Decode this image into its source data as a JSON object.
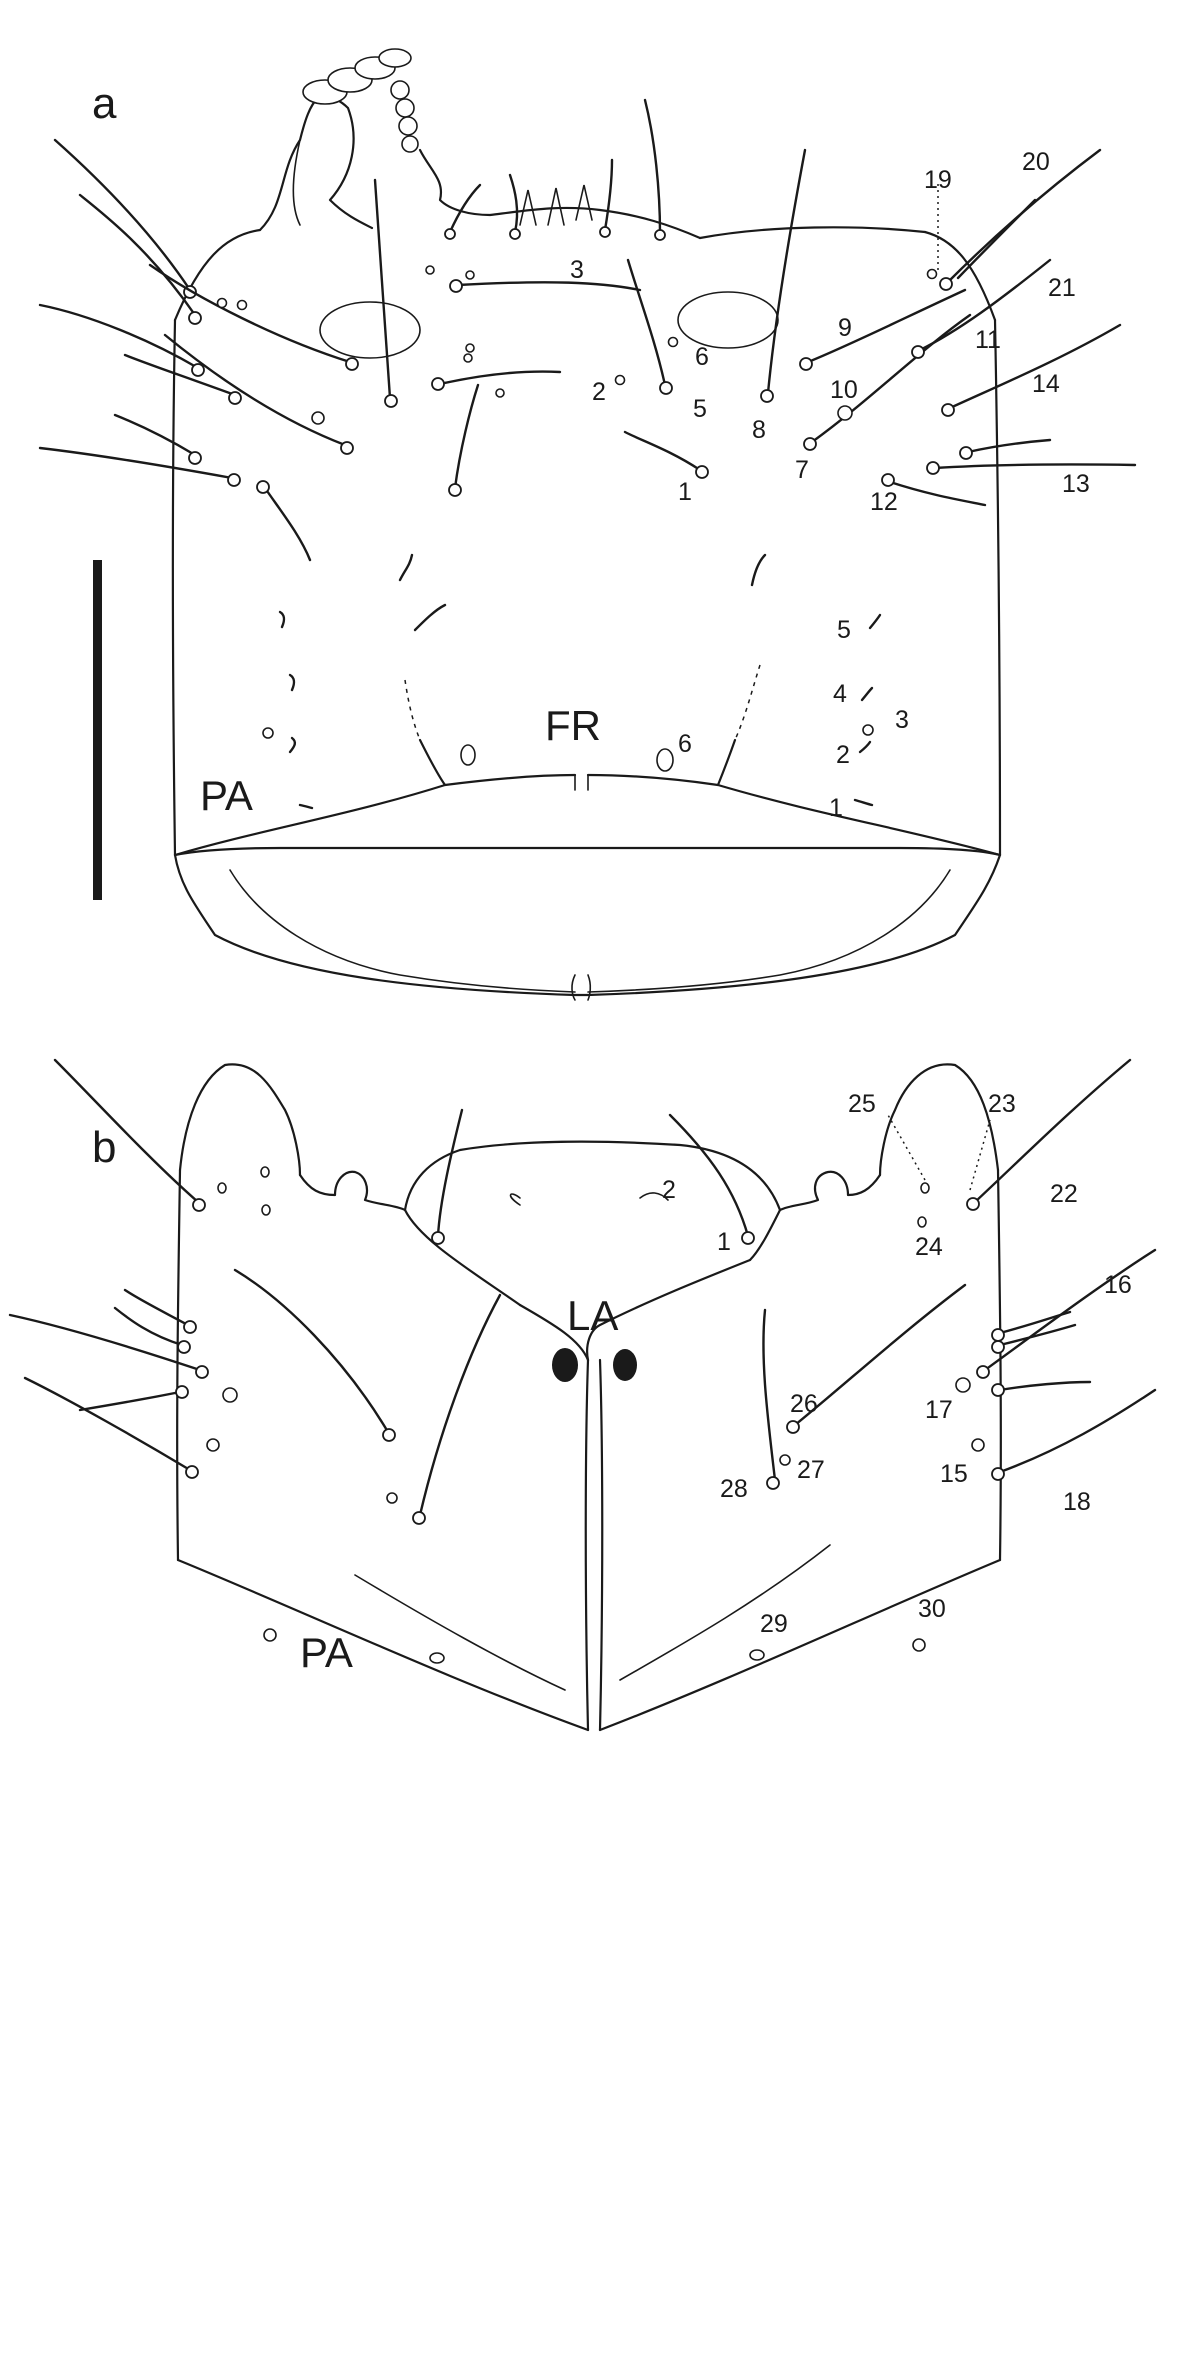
{
  "panel_a": {
    "letter": "a",
    "region_labels": [
      "FR",
      "PA"
    ],
    "seta_numbers": [
      "1",
      "2",
      "3",
      "5",
      "6",
      "7",
      "8",
      "9",
      "10",
      "11",
      "12",
      "13",
      "14",
      "19",
      "20",
      "21"
    ],
    "pa_numbers": [
      "1",
      "2",
      "3",
      "4",
      "5"
    ],
    "fr_number": "6"
  },
  "panel_b": {
    "letter": "b",
    "region_labels": [
      "LA",
      "PA"
    ],
    "seta_numbers": [
      "1",
      "2",
      "15",
      "16",
      "17",
      "18",
      "22",
      "23",
      "24",
      "25",
      "26",
      "27",
      "28",
      "29",
      "30"
    ]
  },
  "colors": {
    "ink": "#1a1a1a",
    "background": "#ffffff"
  }
}
